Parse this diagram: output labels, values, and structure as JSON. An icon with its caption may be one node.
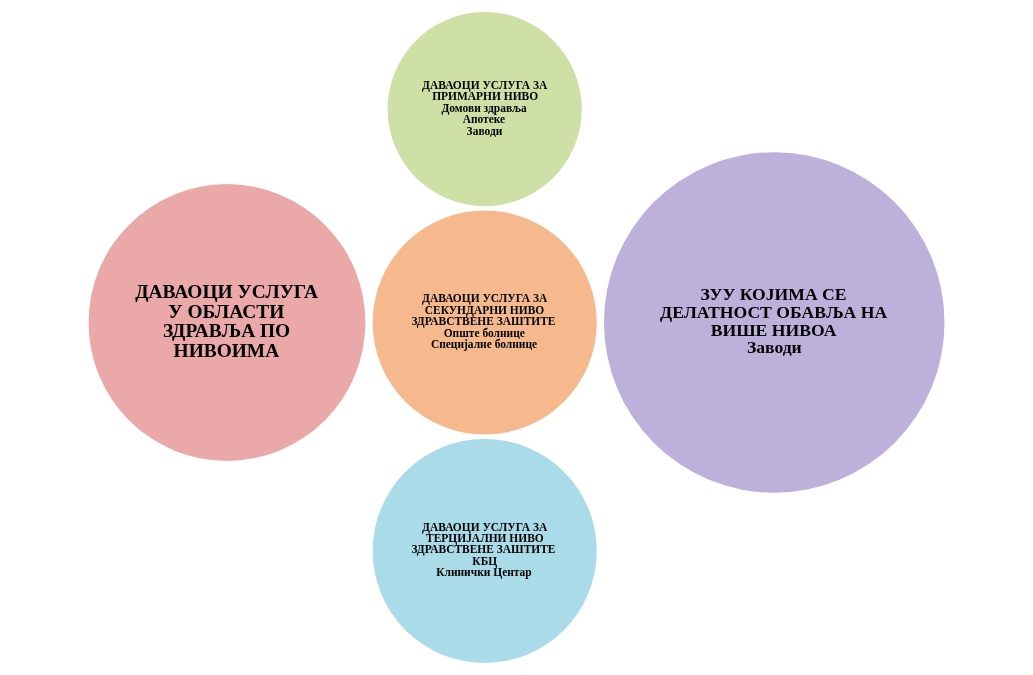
{
  "diagram": {
    "nodes": [
      {
        "text": [
          "ДАВАОЦИ УСЛУГА У ОБЛАСТИ ЗДРАВЉА ПО НИВОИМА"
        ]
      },
      {
        "text": [
          "ДАВАОЦИ УСЛУГА ЗА ПРИМАРНИ НИВО",
          "Домови здравља",
          "Апотеке",
          "Заводи"
        ]
      },
      {
        "text": [
          "ДАВАОЦИ УСЛУГА ЗА СЕКУНДАРНИ НИВО ЗДРАВСТВЕНЕ ЗАШТИТЕ",
          "Опште болнице",
          "Специјалне болнице"
        ]
      },
      {
        "text": [
          "ДАВАОЦИ УСЛУГА ЗА ТЕРЦИЈАЛНИ НИВО ЗДРАВСТВЕНЕ ЗАШТИТЕ",
          "КБЦ",
          "Клинички Центар"
        ]
      },
      {
        "text": [
          "ЗУУ КОЈИМА СЕ ДЕЛАТНОСТ ОБАВЉА НА ВИШЕ НИВОА",
          "Заводи"
        ]
      }
    ],
    "edges": []
  }
}
